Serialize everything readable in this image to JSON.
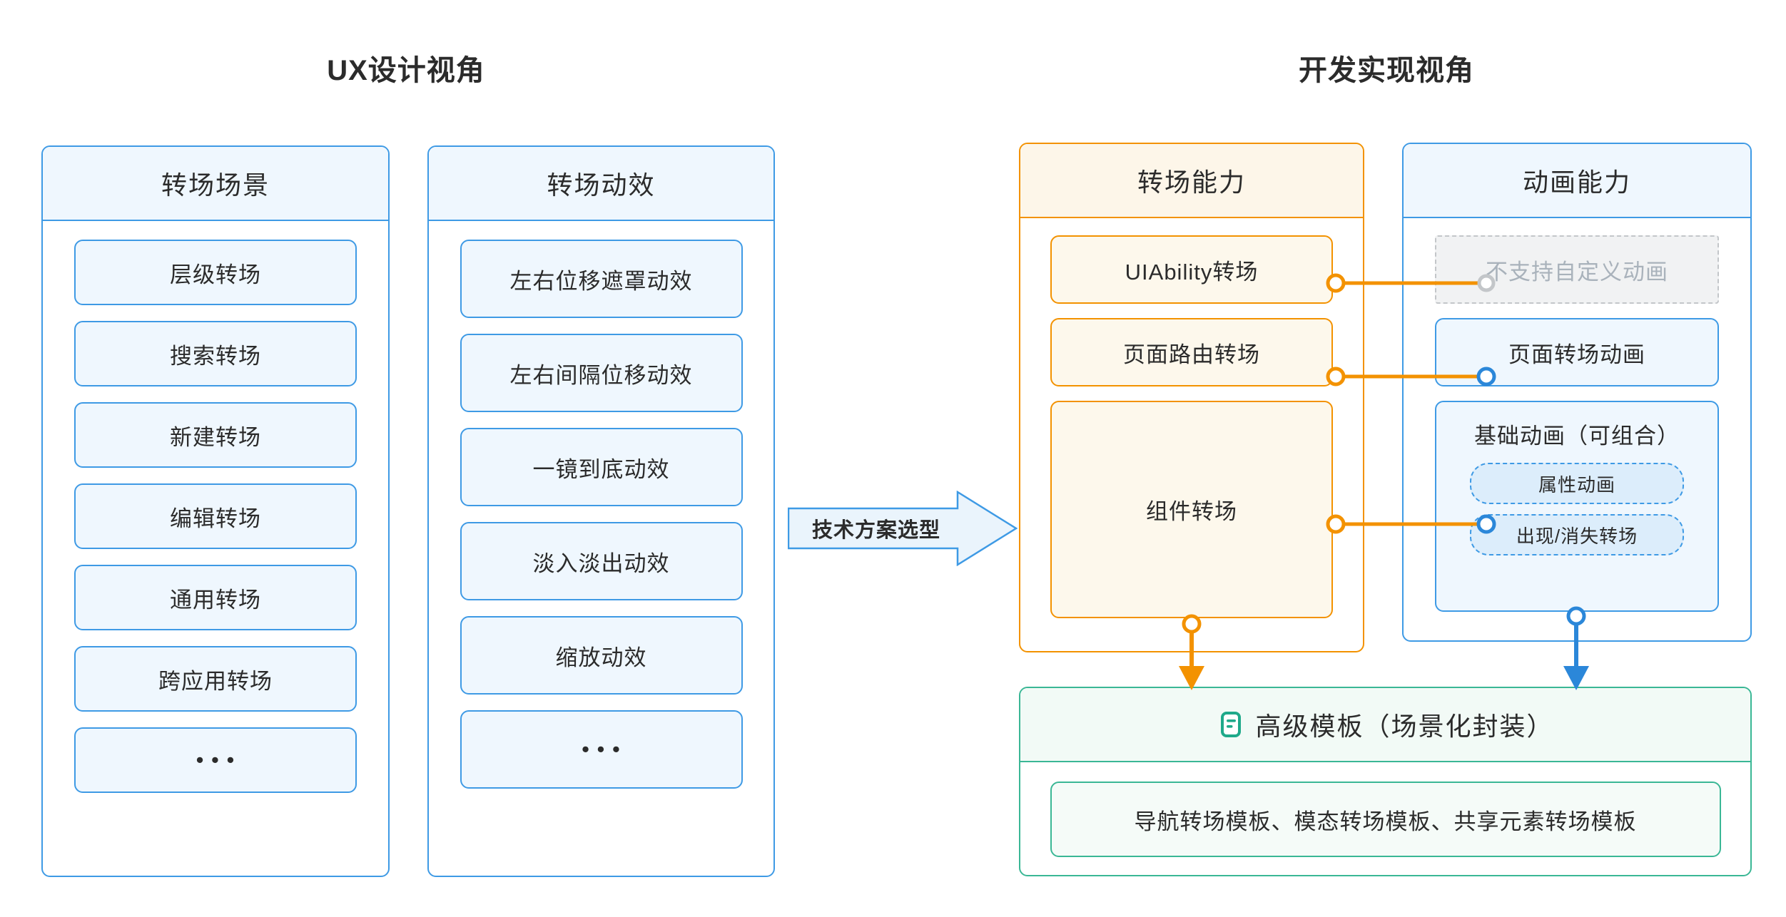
{
  "titles": {
    "left": "UX设计视角",
    "right": "开发实现视角"
  },
  "colors": {
    "blue": "#3e9ae5",
    "blue_fill": "#eff7fe",
    "orange": "#f39200",
    "orange_fill": "#fdf8ec",
    "green": "#3ab795",
    "green_fill": "#f5fbf8",
    "muted_border": "#c3c6c9",
    "muted_fill": "#f1f2f3",
    "muted_text": "#a9b2bb",
    "text": "#2b2b2b"
  },
  "panels": {
    "scene": {
      "title": "转场场景",
      "items": [
        "层级转场",
        "搜索转场",
        "新建转场",
        "编辑转场",
        "通用转场",
        "跨应用转场",
        "• • •"
      ]
    },
    "motion": {
      "title": "转场动效",
      "items": [
        "左右位移遮罩动效",
        "左右间隔位移动效",
        "一镜到底动效",
        "淡入淡出动效",
        "缩放动效",
        "• • •"
      ]
    },
    "capability": {
      "title": "转场能力",
      "items": [
        "UIAbility转场",
        "页面路由转场",
        "组件转场"
      ]
    },
    "animation": {
      "title": "动画能力",
      "items": [
        "不支持自定义动画",
        "页面转场动画"
      ],
      "group": {
        "title": "基础动画（可组合）",
        "pills": [
          "属性动画",
          "出现/消失转场"
        ]
      }
    },
    "template": {
      "icon": "document-list-icon",
      "title": "高级模板（场景化封装）",
      "items": [
        "导航转场模板、模态转场模板、共享元素转场模板"
      ]
    }
  },
  "arrow": {
    "label": "技术方案选型"
  }
}
